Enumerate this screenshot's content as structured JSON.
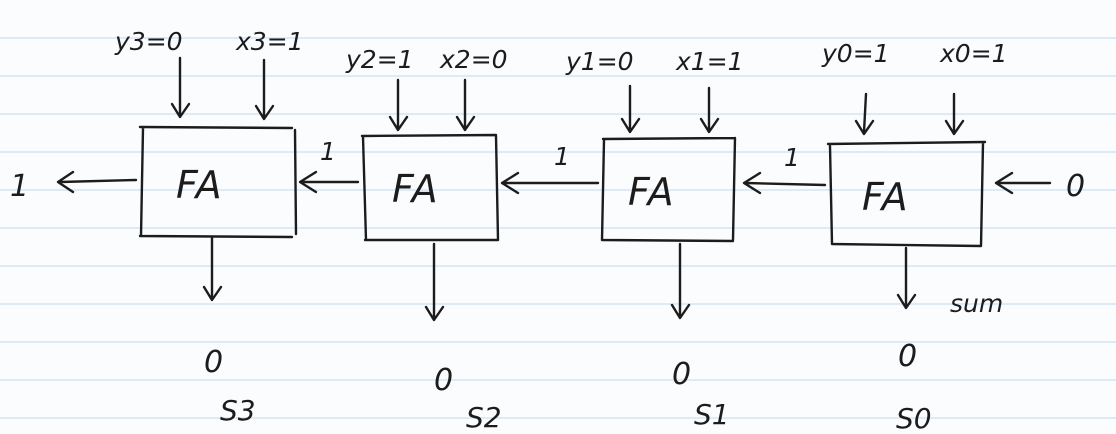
{
  "adders": [
    {
      "block": "FA",
      "y_input": "y3=0",
      "x_input": "x3=1",
      "sum_value": "0",
      "sum_name": "S3",
      "carry_out": "1"
    },
    {
      "block": "FA",
      "y_input": "y2=1",
      "x_input": "x2=0",
      "sum_value": "0",
      "sum_name": "S2",
      "carry_out": "1"
    },
    {
      "block": "FA",
      "y_input": "y1=0",
      "x_input": "x1=1",
      "sum_value": "0",
      "sum_name": "S1",
      "carry_out": "1"
    },
    {
      "block": "FA",
      "y_input": "y0=1",
      "x_input": "x0=1",
      "sum_value": "0",
      "sum_name": "S0",
      "carry_out": "1"
    }
  ],
  "carry_in": "0",
  "sum_label": "sum",
  "colors": {
    "ink": "#1c1c1c",
    "paper": "#fbfcfe",
    "rule_lines": "#cddff0"
  }
}
